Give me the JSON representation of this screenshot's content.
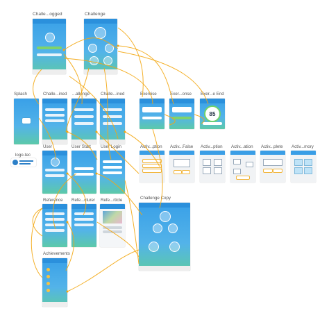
{
  "artboards": [
    {
      "id": "challenge_logged",
      "label": "Challe...ogged"
    },
    {
      "id": "challenge",
      "label": "Challenge"
    },
    {
      "id": "splash",
      "label": "Splash"
    },
    {
      "id": "challenge_joined",
      "label": "Challe...ined"
    },
    {
      "id": "challenge_lineup",
      "label": "...allenge"
    },
    {
      "id": "challenge_ended",
      "label": "Challe...ined"
    },
    {
      "id": "exercise",
      "label": "Exercise"
    },
    {
      "id": "exercise_response",
      "label": "Exer...onse"
    },
    {
      "id": "exercise_end",
      "label": "Exer...e End"
    },
    {
      "id": "logo",
      "label": "logo-tec"
    },
    {
      "id": "user",
      "label": "User"
    },
    {
      "id": "user_start",
      "label": "User Start"
    },
    {
      "id": "user_login",
      "label": "User Login"
    },
    {
      "id": "activity_option",
      "label": "Activ...ption"
    },
    {
      "id": "activity_false",
      "label": "Activ...False"
    },
    {
      "id": "activity_option_2",
      "label": "Activ...ption"
    },
    {
      "id": "activity_relation",
      "label": "Activ...ation"
    },
    {
      "id": "activity_complete",
      "label": "Activ...plete"
    },
    {
      "id": "activity_memory",
      "label": "Activ...mory"
    },
    {
      "id": "challenge_copy",
      "label": "Challenge Copy"
    },
    {
      "id": "reference",
      "label": "Reference"
    },
    {
      "id": "reference_lecturer",
      "label": "Refe...cturer"
    },
    {
      "id": "reference_article",
      "label": "Refe...rticle"
    },
    {
      "id": "achievements",
      "label": "Achievements"
    }
  ],
  "exercise_end": {
    "score": "85"
  },
  "colors": {
    "link": "#f3a712",
    "primary": "#39a0e8",
    "accent": "#5cc9a9"
  }
}
